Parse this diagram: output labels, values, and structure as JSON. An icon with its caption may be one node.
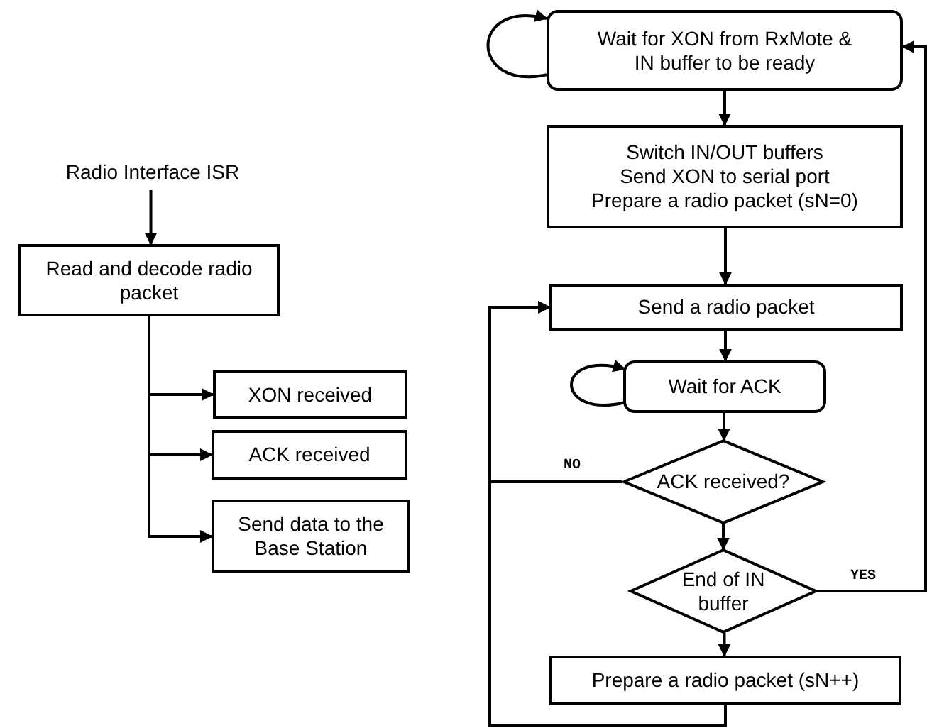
{
  "diagram": {
    "nodes": [
      {
        "text": [
          "Radio Interface ISR"
        ]
      },
      {
        "text": [
          "Read and decode radio packet"
        ]
      },
      {
        "text": [
          "XON received"
        ]
      },
      {
        "text": [
          "ACK received"
        ]
      },
      {
        "text": [
          "Send data to the Base Station"
        ]
      },
      {
        "text": [
          "Wait for XON from RxMote & IN buffer to be ready"
        ]
      },
      {
        "text": [
          "Switch IN/OUT buffers",
          "Send XON to serial port",
          "Prepare a radio packet (sN=0)"
        ]
      },
      {
        "text": [
          "Send a radio packet"
        ]
      },
      {
        "text": [
          "Wait for ACK"
        ]
      },
      {
        "text": [
          "ACK received?"
        ]
      },
      {
        "text": [
          "End of IN buffer"
        ]
      },
      {
        "text": [
          "Prepare a radio packet (sN++)"
        ]
      }
    ],
    "edges": [
      {
        "from": 0,
        "to": 1,
        "arrow": "to"
      },
      {
        "from": 1,
        "to": 2,
        "arrow": "to"
      },
      {
        "from": 1,
        "to": 3,
        "arrow": "to"
      },
      {
        "from": 1,
        "to": 4,
        "arrow": "to"
      },
      {
        "from": 5,
        "to": 5,
        "arrow": "to"
      },
      {
        "from": 5,
        "to": 6,
        "arrow": "to"
      },
      {
        "from": 6,
        "to": 7,
        "arrow": "to"
      },
      {
        "from": 7,
        "to": 8,
        "arrow": "to"
      },
      {
        "from": 8,
        "to": 8,
        "arrow": "to"
      },
      {
        "from": 8,
        "to": 9,
        "arrow": "to"
      },
      {
        "from": 9,
        "to": 7,
        "arrow": "to",
        "label": "NO"
      },
      {
        "from": 9,
        "to": 10,
        "arrow": "to"
      },
      {
        "from": 10,
        "to": 5,
        "arrow": "to",
        "label": "YES"
      },
      {
        "from": 10,
        "to": 11,
        "arrow": "to"
      },
      {
        "from": 11,
        "to": 7,
        "arrow": "to"
      }
    ]
  }
}
